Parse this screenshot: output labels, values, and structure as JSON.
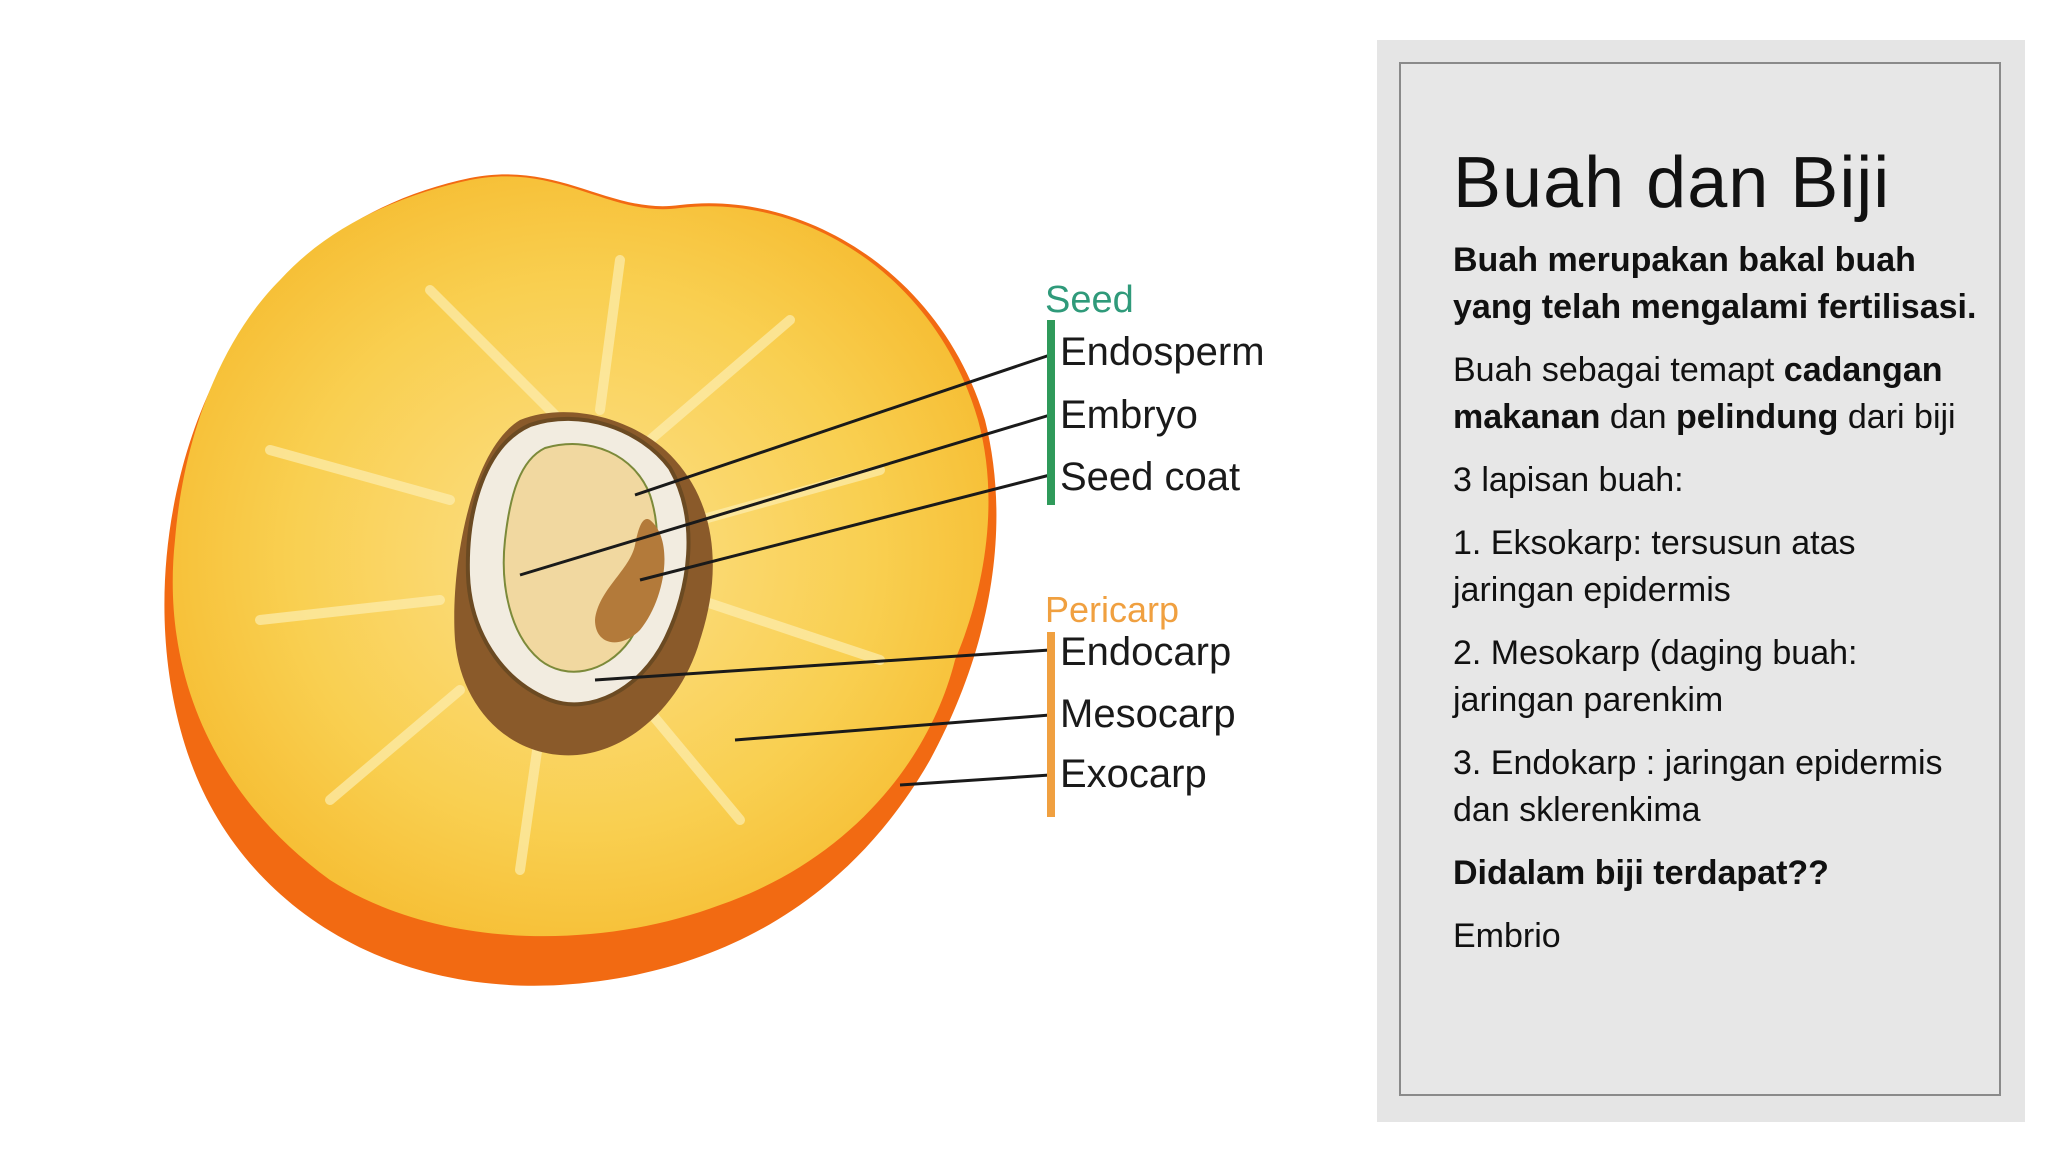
{
  "diagram": {
    "seed_group": "Seed",
    "seed_labels": [
      "Endosperm",
      "Embryo",
      "Seed coat"
    ],
    "pericarp_group": "Pericarp",
    "pericarp_labels": [
      "Endocarp",
      "Mesocarp",
      "Exocarp"
    ],
    "colors": {
      "seed": "#2f9a5a",
      "pericarp": "#f0a040",
      "skin": "#f06a10",
      "flesh": "#f9c740"
    }
  },
  "panel": {
    "title": "Buah dan Biji",
    "p1": "Buah merupakan bakal buah yang telah mengalami fertilisasi.",
    "p2_pre": "Buah sebagai temapt ",
    "p2_b1": "cadangan makanan",
    "p2_mid": " dan ",
    "p2_b2": "pelindung",
    "p2_post": " dari biji",
    "p3": "3 lapisan buah:",
    "p4": "1. Eksokarp: tersusun atas jaringan epidermis",
    "p5": "2. Mesokarp (daging buah: jaringan parenkim",
    "p6": "3. Endokarp : jaringan epidermis dan sklerenkima",
    "p7": "Didalam biji terdapat??",
    "p8": "Embrio"
  }
}
